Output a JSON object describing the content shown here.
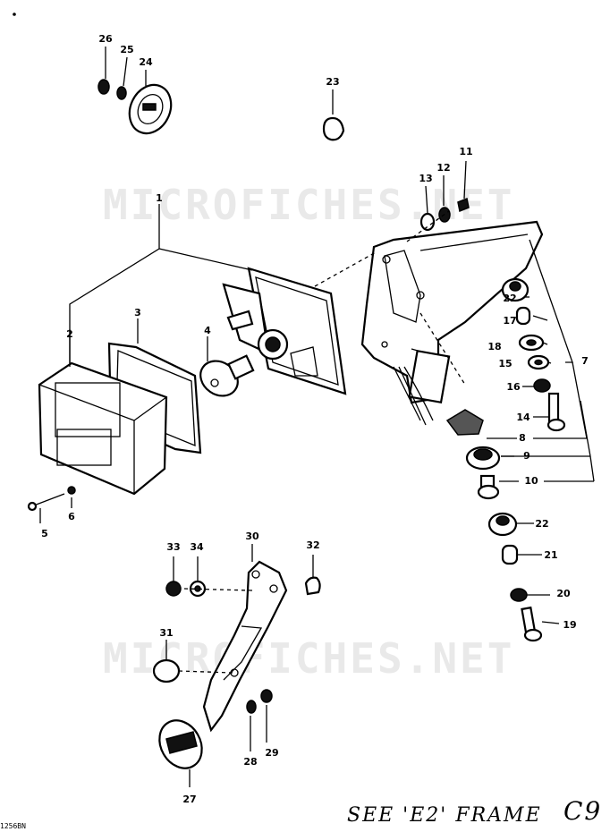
{
  "watermark": "MICROFICHES.NET",
  "footer": {
    "see_text": "SEE 'E2' FRAME",
    "page_code": "C9",
    "figure_code": "1256BN"
  },
  "callouts": [
    {
      "id": "26",
      "label": "26"
    },
    {
      "id": "25",
      "label": "25"
    },
    {
      "id": "24",
      "label": "24"
    },
    {
      "id": "23",
      "label": "23"
    },
    {
      "id": "13",
      "label": "13"
    },
    {
      "id": "12",
      "label": "12"
    },
    {
      "id": "11",
      "label": "11"
    },
    {
      "id": "1",
      "label": "1"
    },
    {
      "id": "2",
      "label": "2"
    },
    {
      "id": "3",
      "label": "3"
    },
    {
      "id": "4",
      "label": "4"
    },
    {
      "id": "22a",
      "label": "22"
    },
    {
      "id": "17",
      "label": "17"
    },
    {
      "id": "18",
      "label": "18"
    },
    {
      "id": "15",
      "label": "15"
    },
    {
      "id": "16",
      "label": "16"
    },
    {
      "id": "7",
      "label": "7"
    },
    {
      "id": "14",
      "label": "14"
    },
    {
      "id": "8",
      "label": "8"
    },
    {
      "id": "9",
      "label": "9"
    },
    {
      "id": "10",
      "label": "10"
    },
    {
      "id": "5",
      "label": "5"
    },
    {
      "id": "6",
      "label": "6"
    },
    {
      "id": "22b",
      "label": "22"
    },
    {
      "id": "21",
      "label": "21"
    },
    {
      "id": "20",
      "label": "20"
    },
    {
      "id": "19",
      "label": "19"
    },
    {
      "id": "33",
      "label": "33"
    },
    {
      "id": "34",
      "label": "34"
    },
    {
      "id": "30",
      "label": "30"
    },
    {
      "id": "32",
      "label": "32"
    },
    {
      "id": "31",
      "label": "31"
    },
    {
      "id": "28",
      "label": "28"
    },
    {
      "id": "29",
      "label": "29"
    },
    {
      "id": "27",
      "label": "27"
    }
  ]
}
